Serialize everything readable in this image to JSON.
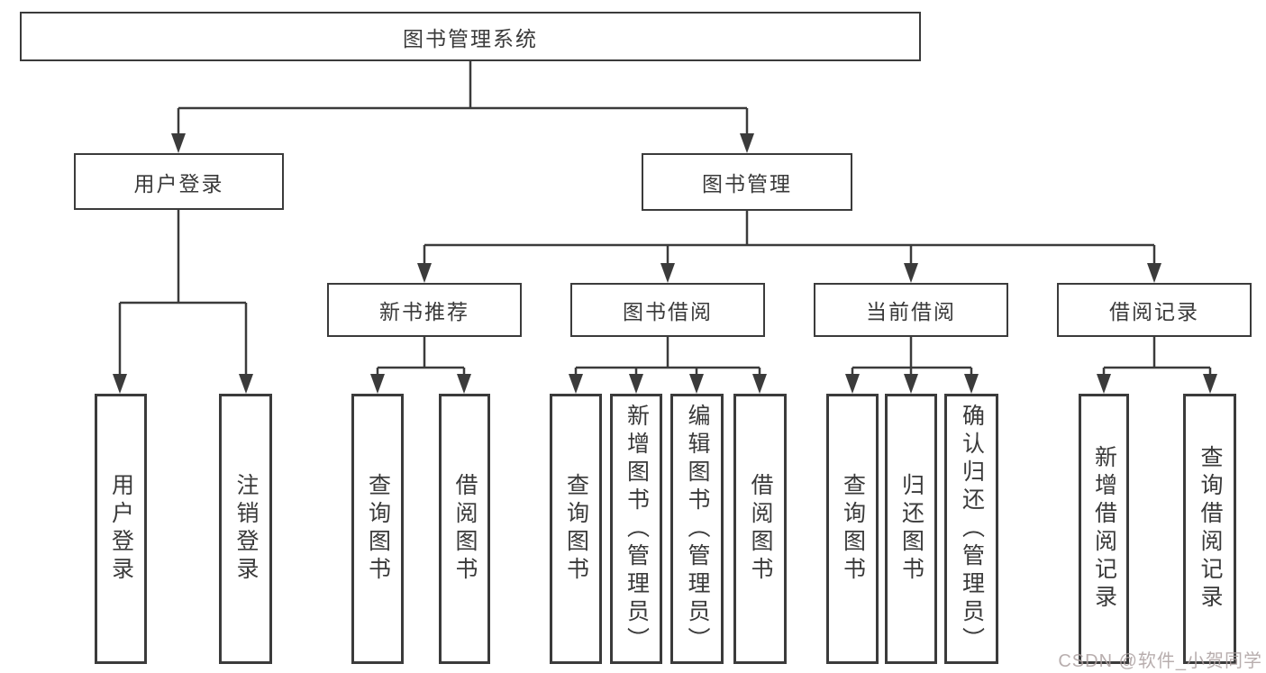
{
  "diagram": {
    "title": "图书管理系统",
    "tree": {
      "label": "图书管理系统",
      "children": [
        {
          "label": "用户登录",
          "children": [
            {
              "label": "用户登录"
            },
            {
              "label": "注销登录"
            }
          ]
        },
        {
          "label": "图书管理",
          "children": [
            {
              "label": "新书推荐",
              "children": [
                {
                  "label": "查询图书"
                },
                {
                  "label": "借阅图书"
                }
              ]
            },
            {
              "label": "图书借阅",
              "children": [
                {
                  "label": "查询图书"
                },
                {
                  "label": "新增图书（管理员）"
                },
                {
                  "label": "编辑图书（管理员）"
                },
                {
                  "label": "借阅图书"
                }
              ]
            },
            {
              "label": "当前借阅",
              "children": [
                {
                  "label": "查询图书"
                },
                {
                  "label": "归还图书"
                },
                {
                  "label": "确认归还（管理员）"
                }
              ]
            },
            {
              "label": "借阅记录",
              "children": [
                {
                  "label": "新增借阅记录"
                },
                {
                  "label": "查询借阅记录"
                }
              ]
            }
          ]
        }
      ]
    }
  },
  "watermark": {
    "text": "CSDN @软件_小贺同学"
  },
  "colors": {
    "line": "#3b3b3b",
    "box_background": "#ffffff",
    "text": "#3a3a3a",
    "watermark": "#aba0a0"
  }
}
